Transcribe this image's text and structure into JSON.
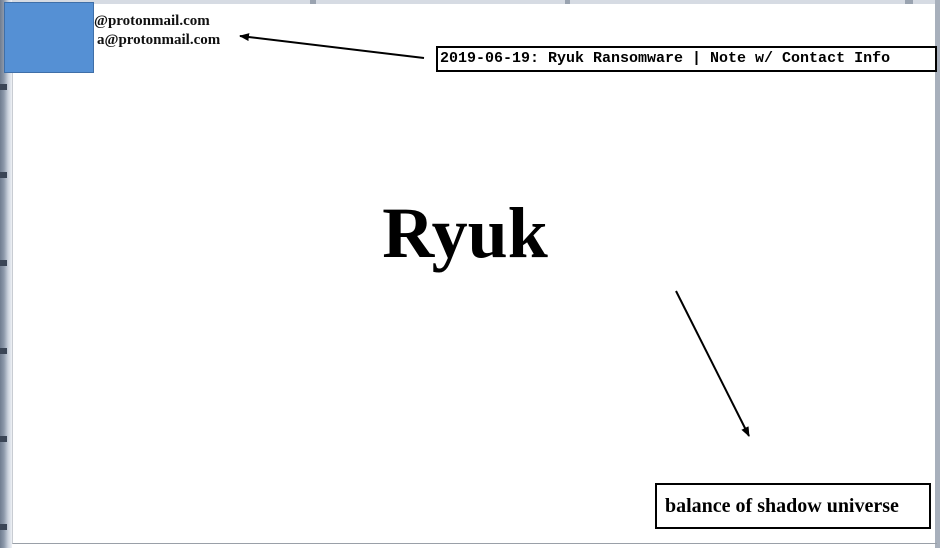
{
  "document": {
    "email_line_1": "@protonmail.com",
    "email_line_2": "a@protonmail.com",
    "title": "Ryuk",
    "footer_text": "balance of shadow universe"
  },
  "annotation": {
    "caption": "2019-06-19: Ryuk Ransomware | Note w/ Contact Info"
  },
  "colors": {
    "redaction": "#5590d4",
    "text": "#000000",
    "background": "#ffffff"
  }
}
